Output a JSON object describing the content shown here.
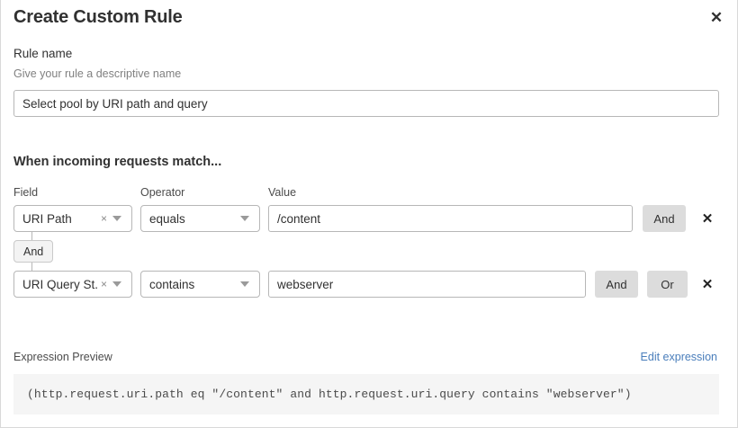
{
  "dialog": {
    "title": "Create Custom Rule",
    "close_icon": "close-icon"
  },
  "rule_name": {
    "label": "Rule name",
    "hint": "Give your rule a descriptive name",
    "value": "Select pool by URI path and query",
    "placeholder": "Select pool by URI path and query"
  },
  "conditions": {
    "heading": "When incoming requests match...",
    "columns": {
      "field": "Field",
      "operator": "Operator",
      "value": "Value"
    },
    "connector": {
      "label": "And"
    },
    "rows": [
      {
        "field": "URI Path",
        "clear_icon": "×",
        "caret_icon": "chevron-down-icon",
        "operator": "equals",
        "value": "/content",
        "and_label": "And",
        "remove_icon": "✕"
      },
      {
        "field": "URI Query St...",
        "clear_icon": "×",
        "caret_icon": "chevron-down-icon",
        "operator": "contains",
        "value": "webserver",
        "and_label": "And",
        "or_label": "Or",
        "remove_icon": "✕"
      }
    ]
  },
  "expression": {
    "label": "Expression Preview",
    "edit_link": "Edit expression",
    "text": "(http.request.uri.path eq \"/content\" and http.request.uri.query contains \"webserver\")"
  },
  "colors": {
    "accent_link": "#4a7ebb",
    "button_grey": "#dcdcdc",
    "border": "#b7b7b7",
    "preview_bg": "#f5f5f5",
    "text": "#313131",
    "muted_text": "#808080"
  }
}
